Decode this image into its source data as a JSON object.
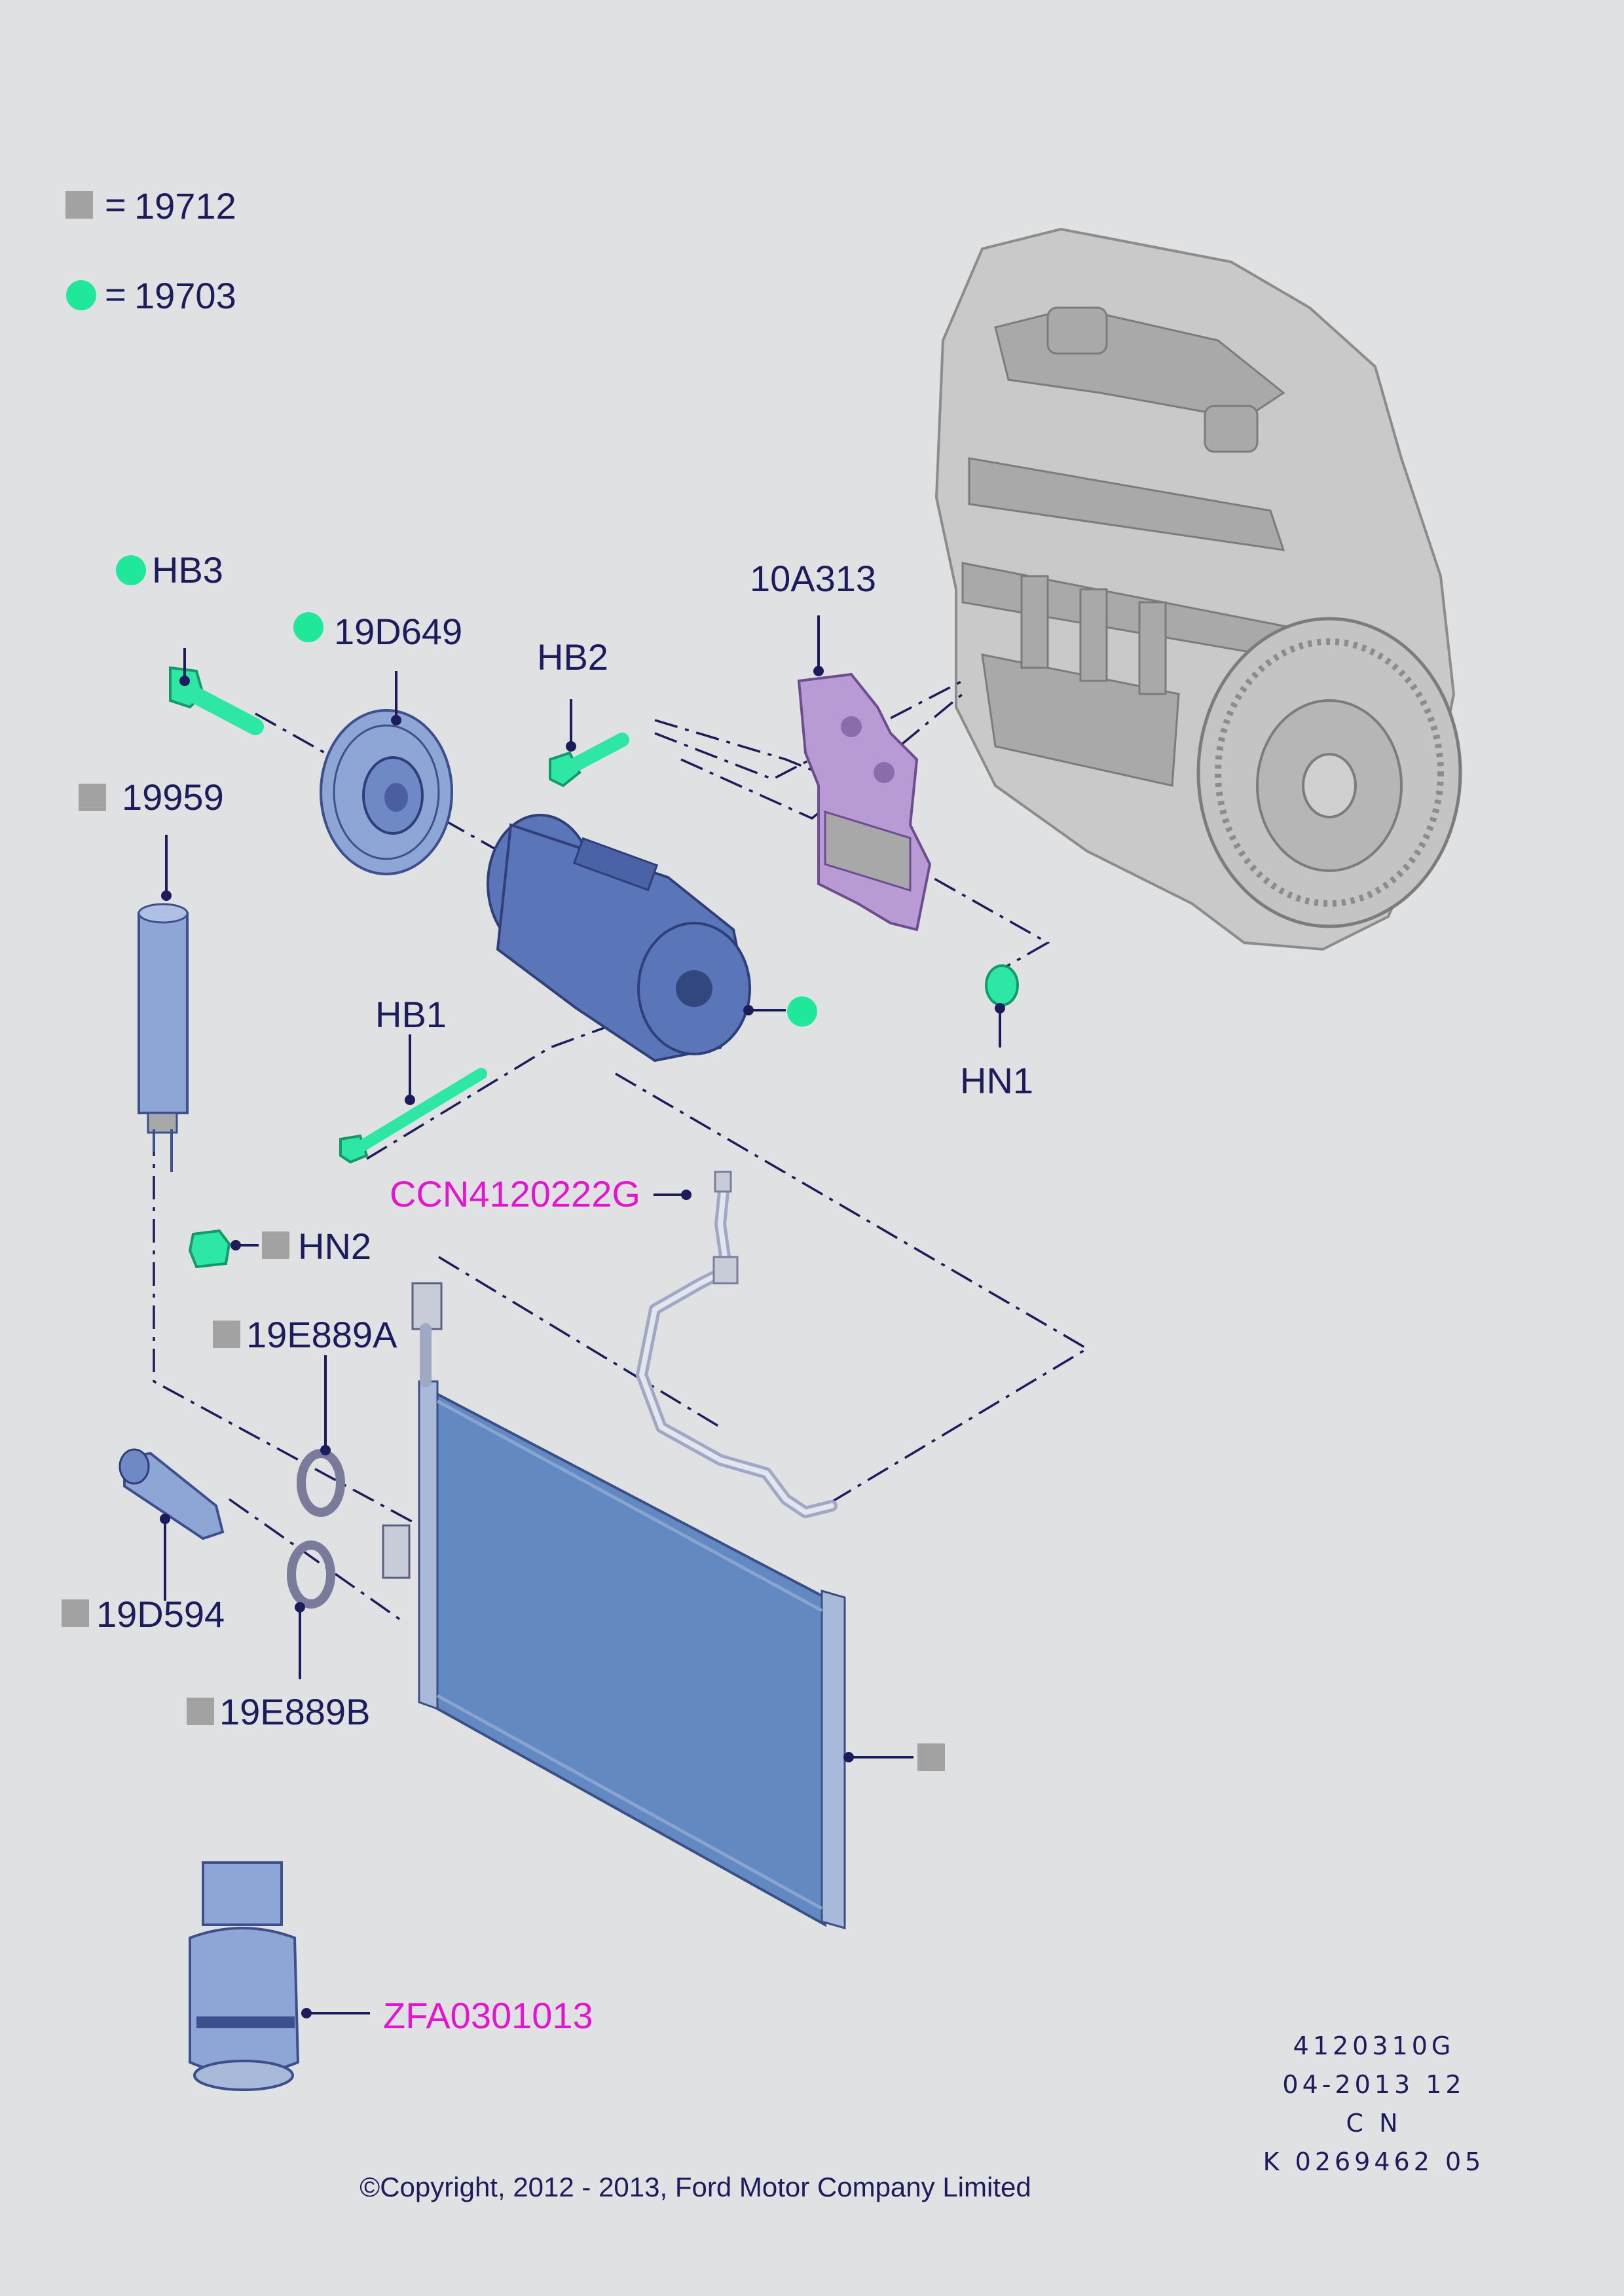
{
  "legend": {
    "square_label": "19712",
    "circle_label": "19703",
    "equals": "="
  },
  "callouts": {
    "hb3": "HB3",
    "p19d649": "19D649",
    "hb2": "HB2",
    "p10a313": "10A313",
    "p19959": "19959",
    "hb1": "HB1",
    "hn1": "HN1",
    "ccn": "CCN4120222G",
    "hn2": "HN2",
    "p19e889a": "19E889A",
    "p19d594": "19D594",
    "p19e889b": "19E889B",
    "zfa": "ZFA0301013"
  },
  "meta": {
    "line1": "4120310G",
    "line2": "04-2013 12",
    "line3": "C N",
    "line4": "K 0269462 05"
  },
  "copyright": "©Copyright, 2012 - 2013, Ford Motor Company Limited",
  "colors": {
    "background": "#dfe1e3",
    "text": "#1c1c5c",
    "highlight_text": "#e316cf",
    "legend_square": "#a2a2a2",
    "legend_circle": "#1fe89b"
  }
}
